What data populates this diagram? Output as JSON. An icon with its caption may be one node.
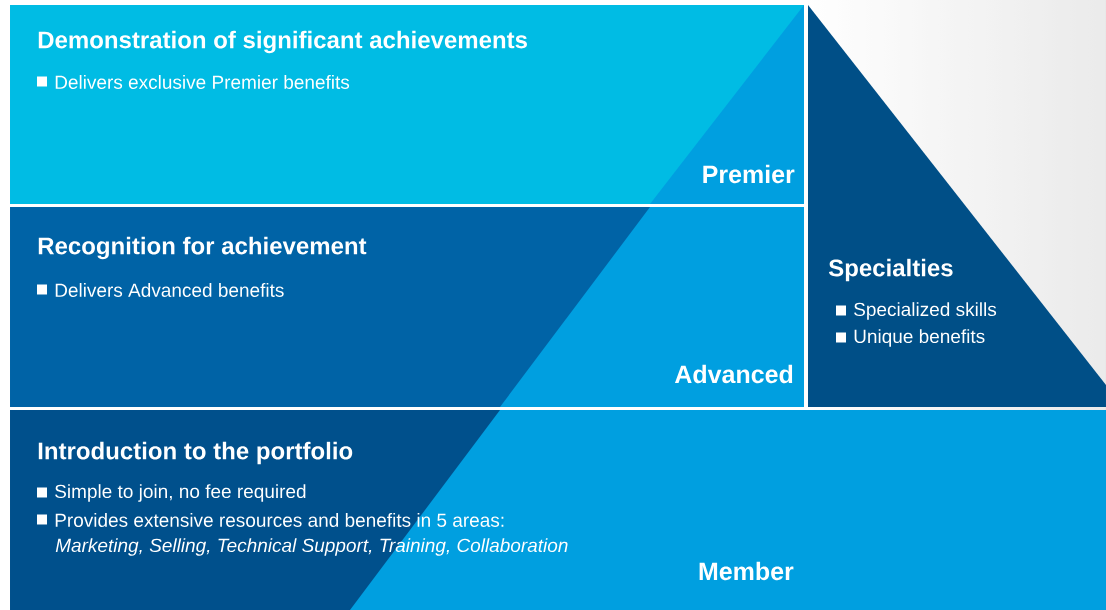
{
  "diagram": {
    "nodes": [
      {
        "text": [
          "Demonstration of significant achievements",
          "Delivers exclusive Premier benefits",
          "Premier"
        ]
      },
      {
        "text": [
          "Recognition for achievement",
          "Delivers Advanced benefits",
          "Advanced"
        ]
      },
      {
        "text": [
          "Specialties",
          "Specialized skills",
          "Unique benefits"
        ]
      },
      {
        "text": [
          "Introduction to the portfolio",
          "Simple to join, no fee required",
          "Provides extensive resources and benefits in 5 areas:",
          "Marketing, Selling, Technical Support, Training, Collaboration",
          "Member"
        ]
      }
    ]
  }
}
